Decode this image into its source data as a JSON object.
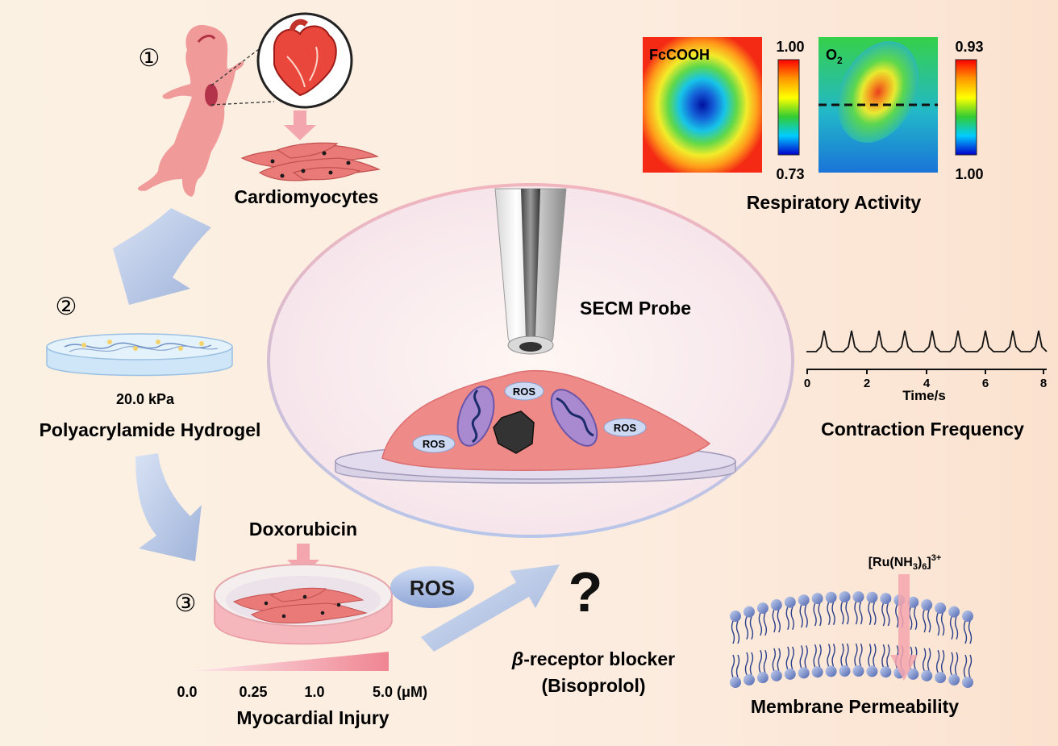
{
  "steps": {
    "step1": {
      "marker": "①",
      "label": "Cardiomyocytes"
    },
    "step2": {
      "marker": "②",
      "stiffness": "20.0 kPa",
      "label": "Polyacrylamide Hydrogel"
    },
    "step3": {
      "marker": "③",
      "drug": "Doxorubicin",
      "doses": [
        "0.0",
        "0.25",
        "1.0",
        "5.0 (μM)"
      ],
      "label": "Myocardial Injury"
    }
  },
  "center": {
    "probe_label": "SECM Probe",
    "ros_labels": [
      "ROS",
      "ROS",
      "ROS"
    ]
  },
  "ros_bubble": "ROS",
  "question_mark": "?",
  "blocker": {
    "greek": "β",
    "text": "-receptor blocker",
    "drug": "(Bisoprolol)"
  },
  "respiratory": {
    "title": "Respiratory Activity",
    "fccooh": {
      "label": "FcCOOH",
      "scale_max": "1.00",
      "scale_min": "0.73"
    },
    "o2": {
      "label_main": "O",
      "label_sub": "2",
      "scale_max": "0.93",
      "scale_min": "1.00"
    }
  },
  "contraction": {
    "title": "Contraction Frequency",
    "xlabel": "Time/s",
    "ticks": [
      "0",
      "2",
      "4",
      "6",
      "8"
    ]
  },
  "membrane": {
    "title": "Membrane Permeability",
    "probe_parts": [
      "[Ru(NH",
      "3",
      ")",
      "6",
      "]",
      "3+"
    ]
  },
  "colors": {
    "pink": "#f08080",
    "cell": "#ee8a88",
    "arrow_blue": "#a9bcdf"
  }
}
